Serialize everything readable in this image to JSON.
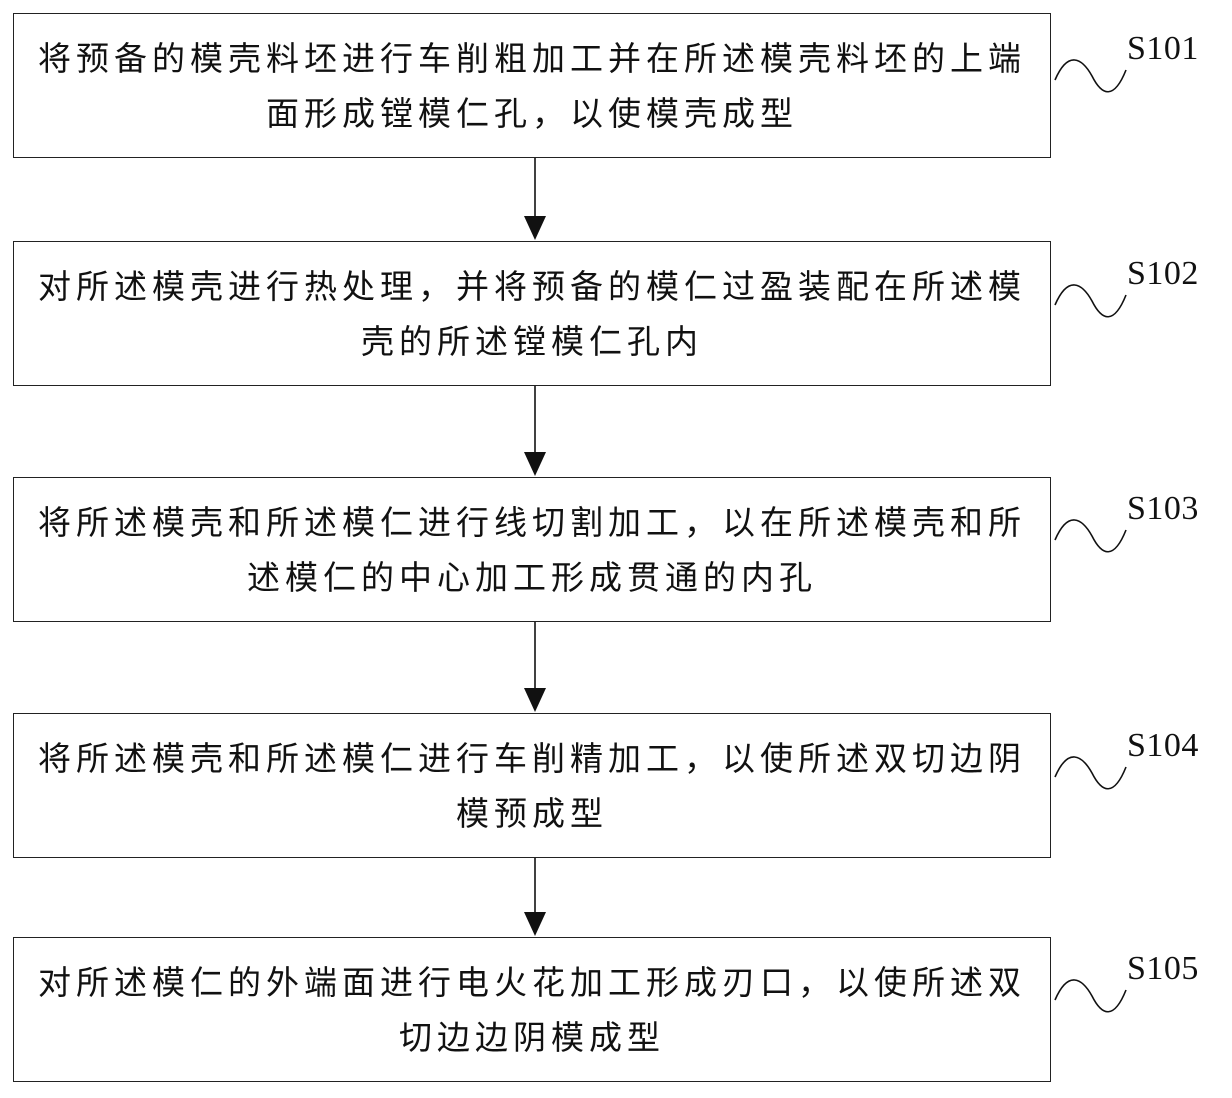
{
  "steps": [
    {
      "id": "S101",
      "text": "将预备的模壳料坯进行车削粗加工并在所述模壳料坯的上端面形成镗模仁孔，以使模壳成型"
    },
    {
      "id": "S102",
      "text": "对所述模壳进行热处理，并将预备的模仁过盈装配在所述模壳的所述镗模仁孔内"
    },
    {
      "id": "S103",
      "text": "将所述模壳和所述模仁进行线切割加工，以在所述模壳和所述模仁的中心加工形成贯通的内孔"
    },
    {
      "id": "S104",
      "text": "将所述模壳和所述模仁进行车削精加工，以使所述双切边阴模预成型"
    },
    {
      "id": "S105",
      "text": "对所述模仁的外端面进行电火花加工形成刃口，以使所述双切边边阴模成型"
    }
  ]
}
